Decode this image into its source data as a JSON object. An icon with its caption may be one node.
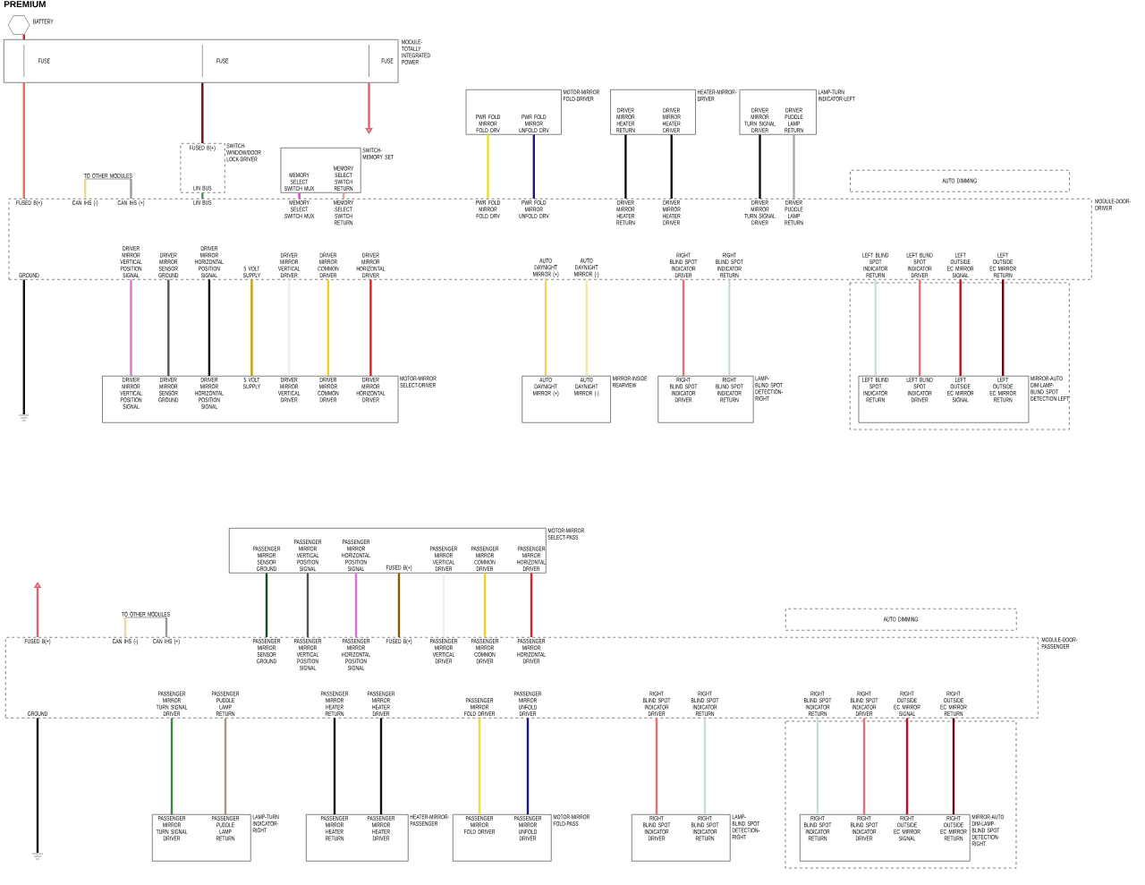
{
  "diagram": {
    "title": "PREMIUM",
    "nodes": [
      {
        "text": [
          "BATTERY"
        ]
      },
      {
        "text": [
          "FUSE",
          "FUSE",
          "FUSE"
        ],
        "beside": [
          "MODULE-TOTALLY INTEGRATED POWER"
        ]
      },
      {
        "text": [
          "FUSED B(+)",
          "CAN IHS (-)",
          "CAN IHS (+)",
          "LIN BUS",
          "MEMORY SELECT SWITCH MUX",
          "MEMORY SELECT SWITCH RETURN",
          "PWR FOLD MIRROR FOLD DRV",
          "PWR FOLD MIRROR UNFOLD DRV",
          "DRIVER MIRROR HEATER RETURN",
          "DRIVER MIRROR HEATER DRIVER",
          "DRIVER MIRROR TURN SIGNAL DRIVER",
          "DRIVER PUDDLE LAMP RETURN",
          "GROUND",
          "DRIVER MIRROR VERTICAL POSITION SIGNAL",
          "DRIVER MIRROR SENSOR GROUND",
          "DRIVER MIRROR HORIZONTAL POSITION SIGNAL",
          "5 VOLT SUPPLY",
          "DRIVER MIRROR VERTICAL DRIVER",
          "DRIVER MIRROR COMMON DRIVER",
          "DRIVER MIRROR HORIZONTAL DRIVER",
          "AUTO DAYNIGHT MIRROR (+)",
          "AUTO DAYNIGHT MIRROR (-)",
          "RIGHT BLIND SPOT INDICATOR DRIVER",
          "RIGHT BLIND SPOT INDICATOR RETURN",
          "LEFT BLIND SPOT INDICATOR RETURN",
          "LEFT BLIND SPOT INDICATOR DRIVER",
          "LEFT OUTSIDE EC MIRROR SIGNAL",
          "LEFT OUTSIDE EC MIRROR RETURN"
        ],
        "beside": [
          "MODULE-DOOR-DRIVER"
        ]
      },
      {
        "text": [
          "FUSED B(+)",
          "CAN IHS (-)",
          "CAN IHS (+)",
          "PASSENGER MIRROR SENSOR GROUND",
          "PASSENGER MIRROR VERTICAL POSITION SIGNAL",
          "PASSENGER MIRROR HORIZONTAL POSITION SIGNAL",
          "FUSED B(+)",
          "PASSENGER MIRROR VERTICAL DRIVER",
          "PASSENGER MIRROR COMMON DRIVER",
          "PASSENGER MIRROR HORIZONTAL DRIVER",
          "GROUND",
          "PASSENGER MIRROR TURN SIGNAL DRIVER",
          "PASSENGER PUDDLE LAMP RETURN",
          "PASSENGER MIRROR HEATER RETURN",
          "PASSENGER MIRROR HEATER DRIVER",
          "PASSENGER MIRROR FOLD DRIVER",
          "PASSENGER MIRROR UNFOLD DRIVER",
          "RIGHT BLIND SPOT INDICATOR DRIVER",
          "RIGHT BLIND SPOT INDICATOR RETURN",
          "RIGHT BLIND SPOT INDICATOR RETURN",
          "RIGHT BLIND SPOT INDICATOR DRIVER",
          "RIGHT OUTSIDE EC MIRROR SIGNAL",
          "RIGHT OUTSIDE EC MIRROR RETURN"
        ],
        "beside": [
          "MODULE-DOOR-PASSENGER"
        ]
      },
      {
        "text": [
          "PWR FOLD MIRROR FOLD DRV",
          "PWR FOLD MIRROR UNFOLD DRV"
        ],
        "beside": [
          "MOTOR-MIRROR FOLD-DRIVER"
        ]
      },
      {
        "text": [
          "DRIVER MIRROR HEATER RETURN",
          "DRIVER MIRROR HEATER DRIVER"
        ],
        "beside": [
          "HEATER-MIRROR-DRIVER"
        ]
      },
      {
        "text": [
          "DRIVER MIRROR TURN SIGNAL DRIVER",
          "DRIVER PUDDLE LAMP RETURN"
        ],
        "beside": [
          "LAMP-TURN INDICATOR-LEFT"
        ]
      },
      {
        "text": [
          "MEMORY SELECT SWITCH MUX",
          "MEMORY SELECT SWITCH RETURN"
        ],
        "beside": [
          "SWITCH-MEMORY SET"
        ]
      },
      {
        "text": [
          "FUSED B(+)",
          "LIN BUS"
        ],
        "beside": [
          "SWITCH-WINDOW/DOOR LOCK-DRIVER"
        ]
      },
      {
        "text": [
          "DRIVER MIRROR VERTICAL POSITION SIGNAL",
          "DRIVER MIRROR SENSOR GROUND",
          "DRIVER MIRROR HORIZONTAL POSITION SIGNAL",
          "5 VOLT SUPPLY",
          "DRIVER MIRROR VERTICAL DRIVER",
          "DRIVER MIRROR COMMON DRIVER",
          "DRIVER MIRROR HORIZONTAL DRIVER"
        ],
        "beside": [
          "MOTOR-MIRROR SELECT-DRIVER"
        ]
      },
      {
        "text": [
          "AUTO DAYNIGHT MIRROR (+)",
          "AUTO DAYNIGHT MIRROR (-)"
        ],
        "beside": [
          "MIRROR-INSIDE REARVIEW"
        ]
      },
      {
        "text": [
          "RIGHT BLIND SPOT INDICATOR DRIVER",
          "RIGHT BLIND SPOT INDICATOR RETURN"
        ],
        "beside": [
          "LAMP-BLIND SPOT DETECTION-RIGHT"
        ]
      },
      {
        "text": [
          "LEFT BLIND SPOT INDICATOR RETURN",
          "LEFT BLIND SPOT INDICATOR DRIVER",
          "LEFT OUTSIDE EC MIRROR SIGNAL",
          "LEFT OUTSIDE EC MIRROR RETURN"
        ],
        "beside": [
          "MIRROR-AUTO DIM-LAMP-BLIND SPOT DETECTION-LEFT"
        ]
      },
      {
        "text": [
          "AUTO DIMMING"
        ]
      },
      {
        "text": [
          "PASSENGER MIRROR SENSOR GROUND",
          "PASSENGER MIRROR VERTICAL POSITION SIGNAL",
          "PASSENGER MIRROR HORIZONTAL POSITION SIGNAL",
          "FUSED B(+)",
          "PASSENGER MIRROR VERTICAL DRIVER",
          "PASSENGER MIRROR COMMON DRIVER",
          "PASSENGER MIRROR HORIZONTAL DRIVER"
        ],
        "beside": [
          "MOTOR-MIRROR SELECT-PASS"
        ]
      },
      {
        "text": [
          "PASSENGER MIRROR TURN SIGNAL DRIVER",
          "PASSENGER PUDDLE LAMP RETURN"
        ],
        "beside": [
          "LAMP-TURN INDICATOR-RIGHT"
        ]
      },
      {
        "text": [
          "PASSENGER MIRROR HEATER RETURN",
          "PASSENGER MIRROR HEATER DRIVER"
        ],
        "beside": [
          "HEATER-MIRROR-PASSENGER"
        ]
      },
      {
        "text": [
          "PASSENGER MIRROR FOLD DRIVER",
          "PASSENGER MIRROR UNFOLD DRIVER"
        ],
        "beside": [
          "MOTOR-MIRROR FOLD-PASS"
        ]
      },
      {
        "text": [
          "RIGHT BLIND SPOT INDICATOR DRIVER",
          "RIGHT BLIND SPOT INDICATOR RETURN"
        ],
        "beside": [
          "LAMP-BLIND SPOT DETECTION-RIGHT"
        ]
      },
      {
        "text": [
          "RIGHT BLIND SPOT INDICATOR RETURN",
          "RIGHT BLIND SPOT INDICATOR DRIVER",
          "RIGHT OUTSIDE EC MIRROR SIGNAL",
          "RIGHT OUTSIDE EC MIRROR RETURN"
        ],
        "beside": [
          "MIRROR-AUTO DIM-LAMP-BLIND SPOT DETECTION-RIGHT"
        ]
      },
      {
        "text": [
          "AUTO DIMMING"
        ]
      },
      {
        "text": [
          "TO OTHER MODULES"
        ]
      },
      {
        "text": [
          "TO OTHER MODULES"
        ]
      }
    ],
    "edges": [
      {
        "from": 0,
        "to": 1,
        "arrow": "none",
        "color": "#d02020"
      },
      {
        "from": 1,
        "to": 2,
        "arrow": "none",
        "color": "#e07050"
      },
      {
        "from": 1,
        "to": 8,
        "arrow": "none",
        "color": "#6a1010"
      },
      {
        "from": 8,
        "to": 2,
        "arrow": "none",
        "color": "#40a040"
      },
      {
        "from": 1,
        "to": null,
        "arrow": "to",
        "color": "#e06070"
      },
      {
        "from": 21,
        "to": 2,
        "arrow": "none",
        "color": "#e8d8a0"
      },
      {
        "from": 21,
        "to": 2,
        "arrow": "none",
        "color": "#999999"
      },
      {
        "from": 7,
        "to": 2,
        "arrow": "none",
        "color": "#e040c0"
      },
      {
        "from": 7,
        "to": 2,
        "arrow": "none",
        "color": "#f0a090"
      },
      {
        "from": 4,
        "to": 2,
        "arrow": "none",
        "color": "#e8e030"
      },
      {
        "from": 4,
        "to": 2,
        "arrow": "none",
        "color": "#1a1a80"
      },
      {
        "from": 5,
        "to": 2,
        "arrow": "none",
        "color": "#111111"
      },
      {
        "from": 5,
        "to": 2,
        "arrow": "none",
        "color": "#111111"
      },
      {
        "from": 6,
        "to": 2,
        "arrow": "none",
        "color": "#111111"
      },
      {
        "from": 6,
        "to": 2,
        "arrow": "none",
        "color": "#aaaaaa"
      },
      {
        "from": 2,
        "to": null,
        "arrow": "none",
        "color": "#111111"
      },
      {
        "from": 2,
        "to": 9,
        "arrow": "none",
        "color": "#e070e0"
      },
      {
        "from": 2,
        "to": 9,
        "arrow": "none",
        "color": "#555555"
      },
      {
        "from": 2,
        "to": 9,
        "arrow": "none",
        "color": "#111111"
      },
      {
        "from": 2,
        "to": 9,
        "arrow": "none",
        "color": "#c8a000"
      },
      {
        "from": 2,
        "to": 9,
        "arrow": "none",
        "color": "#eeeeee"
      },
      {
        "from": 2,
        "to": 9,
        "arrow": "none",
        "color": "#f0d020"
      },
      {
        "from": 2,
        "to": 9,
        "arrow": "none",
        "color": "#e02020"
      },
      {
        "from": 2,
        "to": 10,
        "arrow": "none",
        "color": "#f0d060"
      },
      {
        "from": 2,
        "to": 10,
        "arrow": "none",
        "color": "#f6e9a8"
      },
      {
        "from": 2,
        "to": 11,
        "arrow": "none",
        "color": "#e87070"
      },
      {
        "from": 2,
        "to": 11,
        "arrow": "none",
        "color": "#c8dde0"
      },
      {
        "from": 2,
        "to": 12,
        "arrow": "none",
        "color": "#c8dde0"
      },
      {
        "from": 2,
        "to": 12,
        "arrow": "none",
        "color": "#e87070"
      },
      {
        "from": 2,
        "to": 12,
        "arrow": "none",
        "color": "#c01020"
      },
      {
        "from": 2,
        "to": 12,
        "arrow": "none",
        "color": "#700010"
      },
      {
        "from": 3,
        "to": null,
        "arrow": "to",
        "color": "#e06070"
      },
      {
        "from": 22,
        "to": 3,
        "arrow": "none",
        "color": "#e8d8a0"
      },
      {
        "from": 22,
        "to": 3,
        "arrow": "none",
        "color": "#999999"
      },
      {
        "from": 14,
        "to": 3,
        "arrow": "none",
        "color": "#1a4a1a"
      },
      {
        "from": 14,
        "to": 3,
        "arrow": "none",
        "color": "#555555"
      },
      {
        "from": 14,
        "to": 3,
        "arrow": "none",
        "color": "#e070e0"
      },
      {
        "from": 14,
        "to": 3,
        "arrow": "none",
        "color": "#806000"
      },
      {
        "from": 14,
        "to": 3,
        "arrow": "none",
        "color": "#eeeeee"
      },
      {
        "from": 14,
        "to": 3,
        "arrow": "none",
        "color": "#f0d020"
      },
      {
        "from": 14,
        "to": 3,
        "arrow": "none",
        "color": "#e02020"
      },
      {
        "from": 3,
        "to": null,
        "arrow": "none",
        "color": "#111111"
      },
      {
        "from": 3,
        "to": 15,
        "arrow": "none",
        "color": "#3a8a3a"
      },
      {
        "from": 3,
        "to": 15,
        "arrow": "none",
        "color": "#a89878"
      },
      {
        "from": 3,
        "to": 16,
        "arrow": "none",
        "color": "#111111"
      },
      {
        "from": 3,
        "to": 16,
        "arrow": "none",
        "color": "#111111"
      },
      {
        "from": 3,
        "to": 17,
        "arrow": "none",
        "color": "#e8e040"
      },
      {
        "from": 3,
        "to": 17,
        "arrow": "none",
        "color": "#1a1a80"
      },
      {
        "from": 3,
        "to": 18,
        "arrow": "none",
        "color": "#e87070"
      },
      {
        "from": 3,
        "to": 18,
        "arrow": "none",
        "color": "#c8dde0"
      },
      {
        "from": 3,
        "to": 19,
        "arrow": "none",
        "color": "#c8dde0"
      },
      {
        "from": 3,
        "to": 19,
        "arrow": "none",
        "color": "#e87070"
      },
      {
        "from": 3,
        "to": 19,
        "arrow": "none",
        "color": "#c01020"
      },
      {
        "from": 3,
        "to": 19,
        "arrow": "none",
        "color": "#700010"
      }
    ]
  }
}
